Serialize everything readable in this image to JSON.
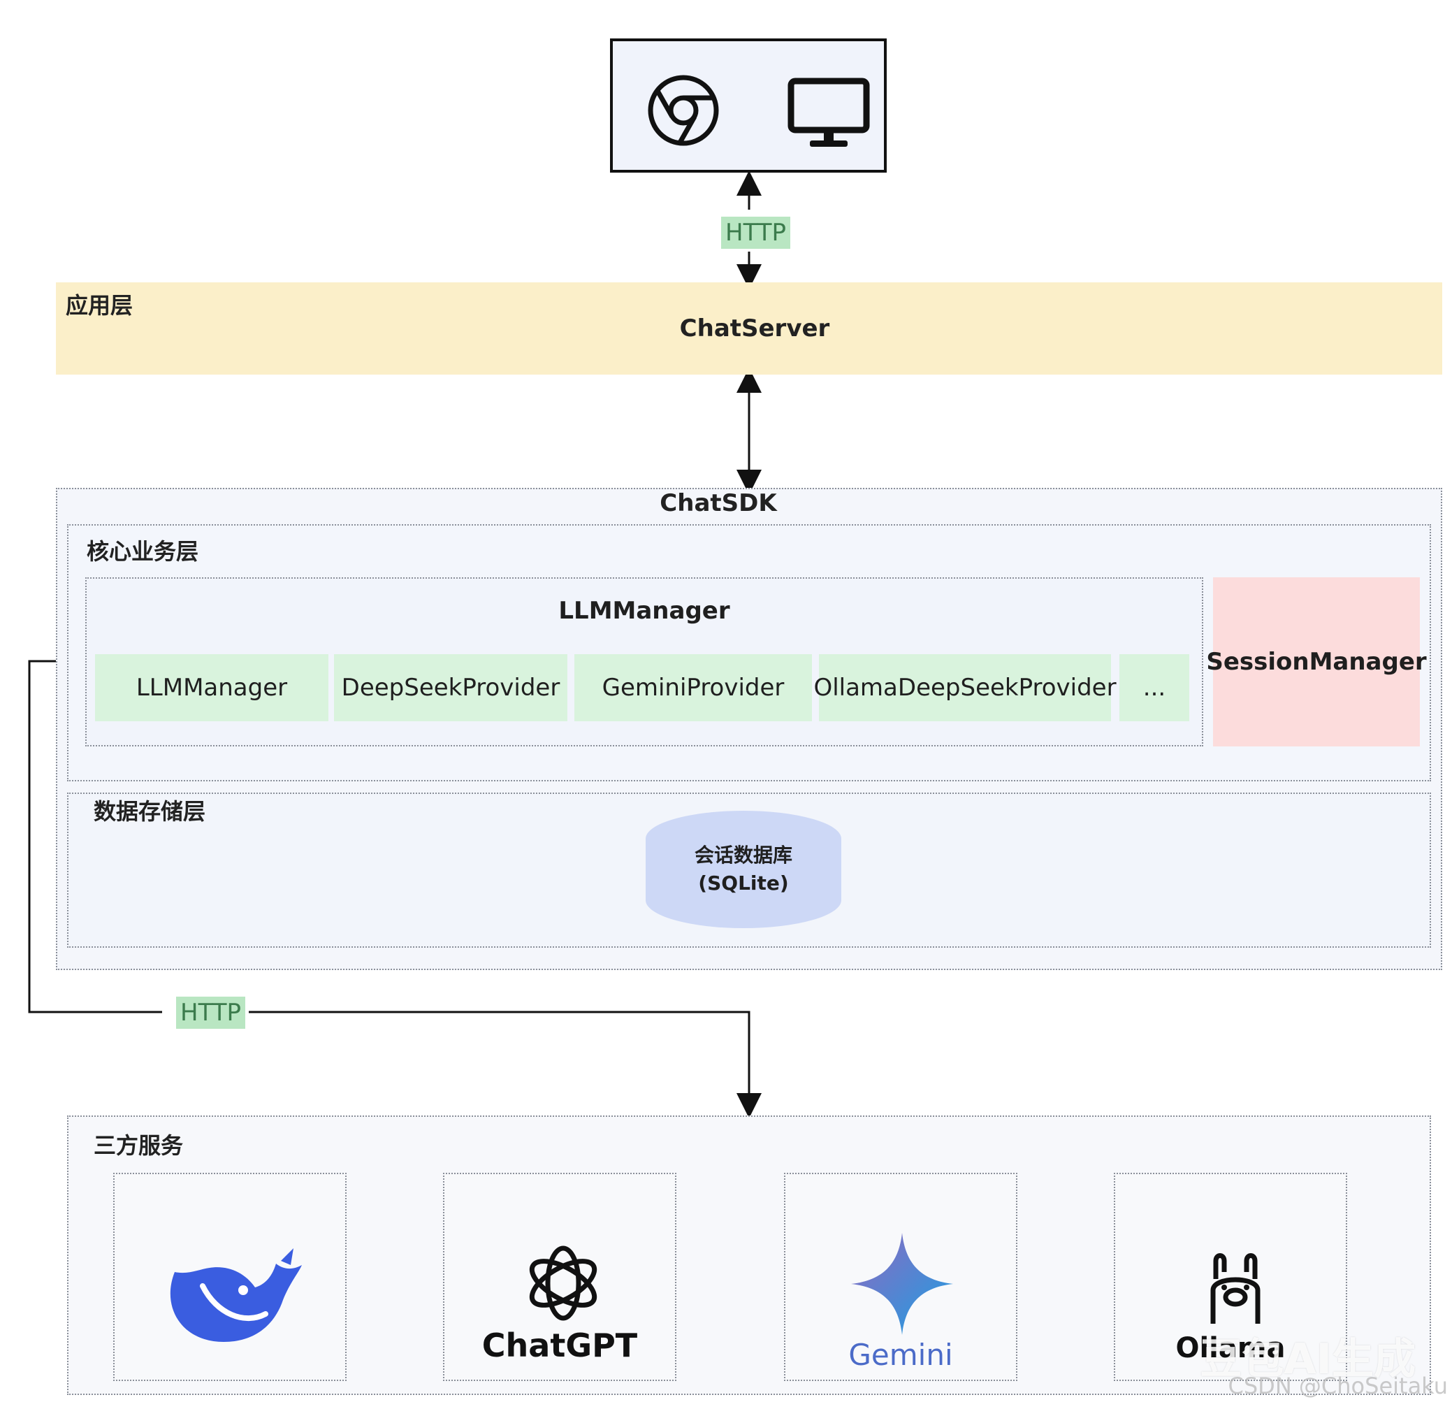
{
  "client": {
    "icons": [
      "chrome-icon",
      "monitor-icon"
    ]
  },
  "top_link_label": "HTTP",
  "app_layer": {
    "title": "应用层",
    "component": "ChatServer"
  },
  "sdk": {
    "title": "ChatSDK",
    "core_layer": {
      "title": "核心业务层",
      "llm_manager": {
        "title": "LLMManager",
        "providers": [
          "LLMManager",
          "DeepSeekProvider",
          "GeminiProvider",
          "OllamaDeepSeekProvider",
          "..."
        ]
      },
      "session_manager": "SessionManager"
    },
    "storage_layer": {
      "title": "数据存储层",
      "database": {
        "line1": "会话数据库",
        "line2": "(SQLite)"
      }
    }
  },
  "bottom_link_label": "HTTP",
  "third_party": {
    "title": "三方服务",
    "services": [
      {
        "icon": "deepseek-whale-icon",
        "label": ""
      },
      {
        "icon": "openai-icon",
        "label": "ChatGPT"
      },
      {
        "icon": "gemini-star-icon",
        "label": "Gemini"
      },
      {
        "icon": "ollama-llama-icon",
        "label": "Ollama"
      }
    ]
  },
  "watermark": {
    "main": "豆包AI生成",
    "credit": "CSDN @ChoSeitaku"
  },
  "colors": {
    "app_layer_bg": "#fbefc9",
    "provider_bg": "#d9f3dd",
    "session_bg": "#fcdcdc",
    "database_bg": "#cdd8f6",
    "http_label_bg": "#b9e6c2"
  }
}
